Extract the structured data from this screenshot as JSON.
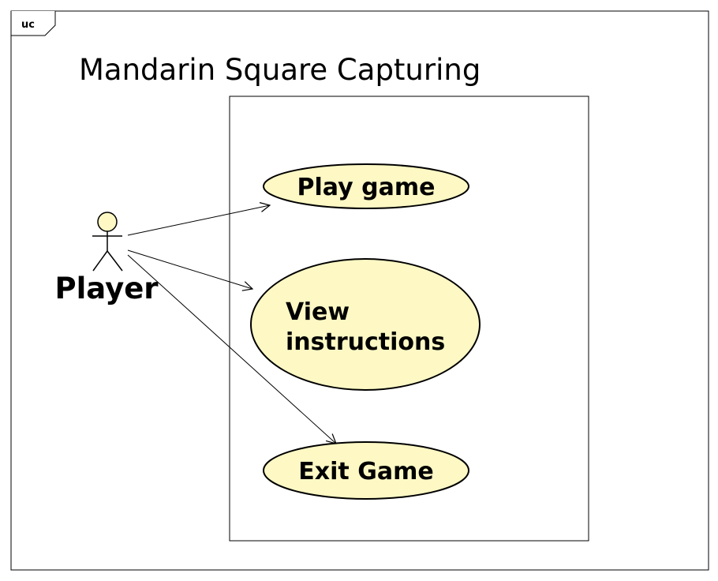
{
  "frame": {
    "tag": "uc",
    "title": "Mandarin Square Capturing"
  },
  "actor": {
    "name": "Player"
  },
  "use_cases": {
    "play_game": {
      "line1": "Play game"
    },
    "view_instructions": {
      "line1": "View",
      "line2": "instructions"
    },
    "exit_game": {
      "line1": "Exit Game"
    }
  },
  "colors": {
    "use_case_fill": "#fdf8c4",
    "actor_head_fill": "#fdf8c4",
    "stroke": "#000000"
  }
}
